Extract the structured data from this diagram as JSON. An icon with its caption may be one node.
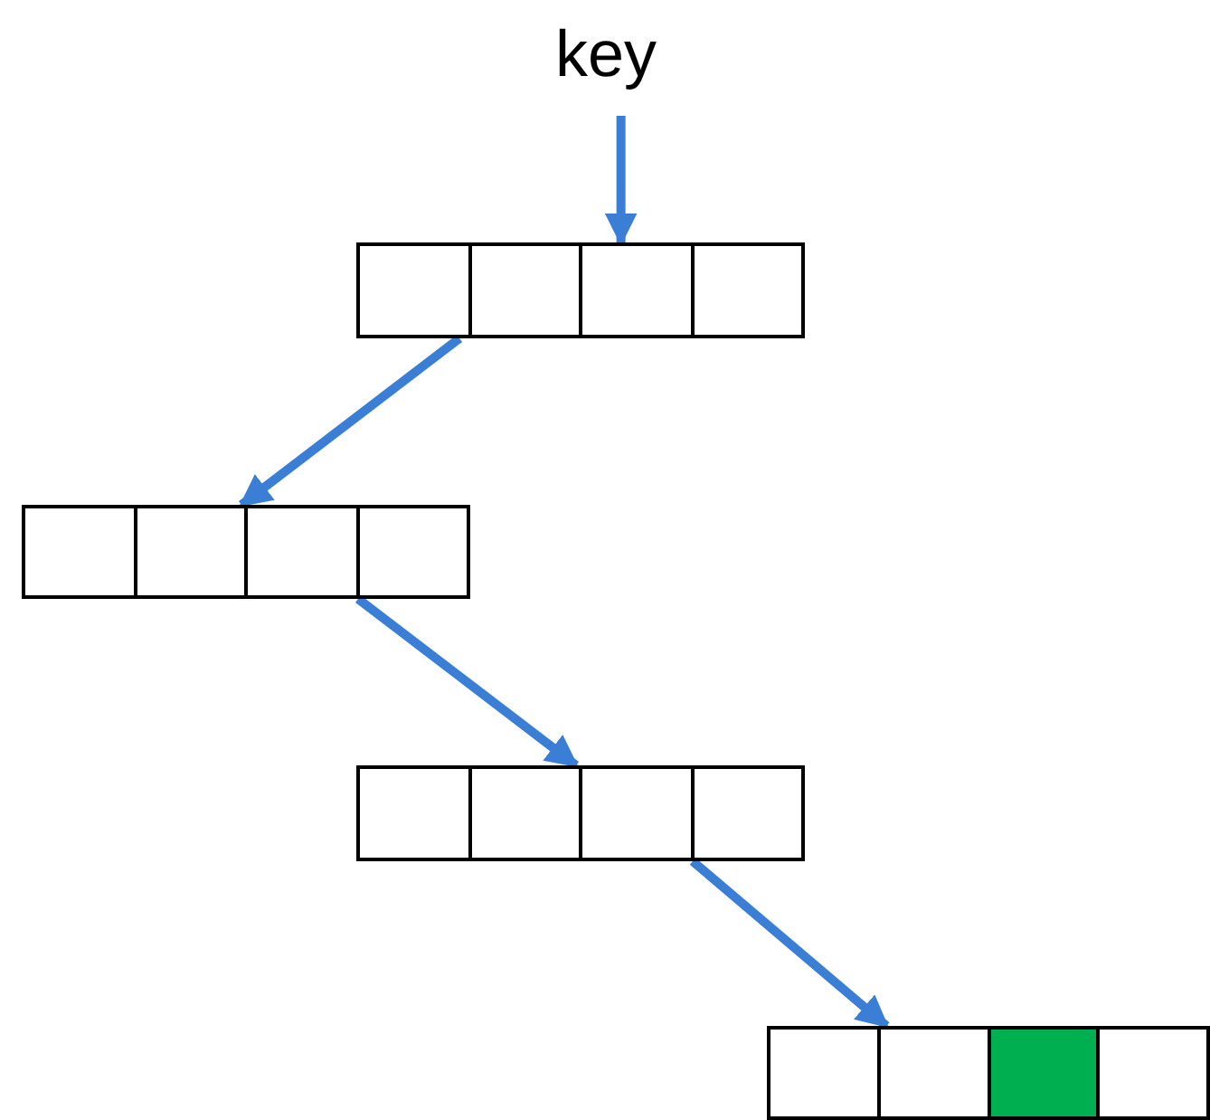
{
  "diagram": {
    "nodes": [
      {
        "text": [
          "key"
        ]
      },
      {
        "text": [],
        "shape": "bar"
      },
      {
        "text": [],
        "shape": "box",
        "in": 1
      },
      {
        "text": [],
        "shape": "box",
        "in": 1
      },
      {
        "text": [],
        "shape": "box",
        "in": 1
      },
      {
        "text": [],
        "shape": "box",
        "in": 1
      },
      {
        "text": [],
        "shape": "bar"
      },
      {
        "text": [],
        "shape": "box",
        "in": 6
      },
      {
        "text": [],
        "shape": "box",
        "in": 6
      },
      {
        "text": [],
        "shape": "box",
        "in": 6
      },
      {
        "text": [],
        "shape": "box",
        "in": 6
      },
      {
        "text": [],
        "shape": "bar"
      },
      {
        "text": [],
        "shape": "box",
        "in": 11
      },
      {
        "text": [],
        "shape": "box",
        "in": 11
      },
      {
        "text": [],
        "shape": "box",
        "in": 11
      },
      {
        "text": [],
        "shape": "box",
        "in": 11
      },
      {
        "text": [],
        "shape": "bar"
      },
      {
        "text": [],
        "shape": "box",
        "in": 16
      },
      {
        "text": [],
        "shape": "box",
        "in": 16
      },
      {
        "text": [],
        "shape": "box",
        "in": 16
      },
      {
        "text": [],
        "shape": "box",
        "in": 16
      }
    ],
    "edges": [
      {
        "from": 0,
        "to": 1,
        "arrow": "to"
      },
      {
        "from": 1,
        "to": 6,
        "arrow": "to"
      },
      {
        "from": 6,
        "to": 11,
        "arrow": "to"
      },
      {
        "from": 11,
        "to": 16,
        "arrow": "to"
      }
    ]
  }
}
